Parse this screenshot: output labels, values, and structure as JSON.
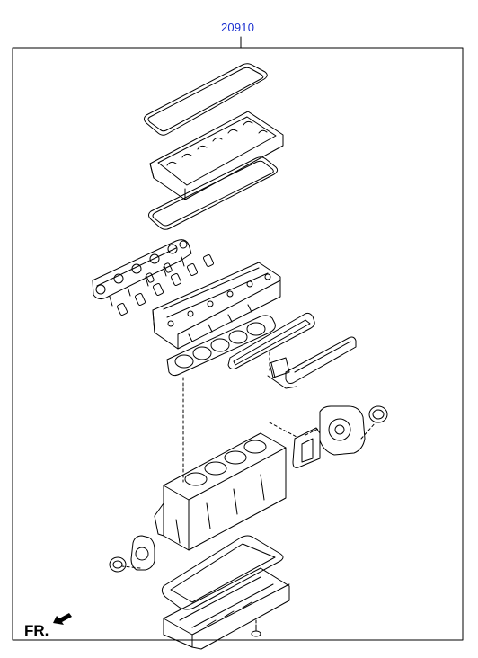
{
  "diagram": {
    "part_number": "20910",
    "orientation_label": "FR.",
    "colors": {
      "part_number": "#1a2fd0",
      "line": "#000000",
      "background": "#ffffff"
    },
    "parts": [
      "rocker-cover-gasket-upper",
      "rocker-cover",
      "rocker-cover-gasket-lower",
      "exhaust-manifold",
      "exhaust-manifold-gaskets",
      "cylinder-head",
      "cylinder-head-gasket",
      "side-cover-gasket",
      "timing-cover-gasket",
      "timing-gear-case",
      "front-oil-seal",
      "cylinder-block",
      "rear-oil-seal-retainer",
      "rear-oil-seal",
      "oil-pan-gasket",
      "oil-pan",
      "drain-plug"
    ],
    "icons": [
      "front-direction-arrow-icon"
    ]
  }
}
